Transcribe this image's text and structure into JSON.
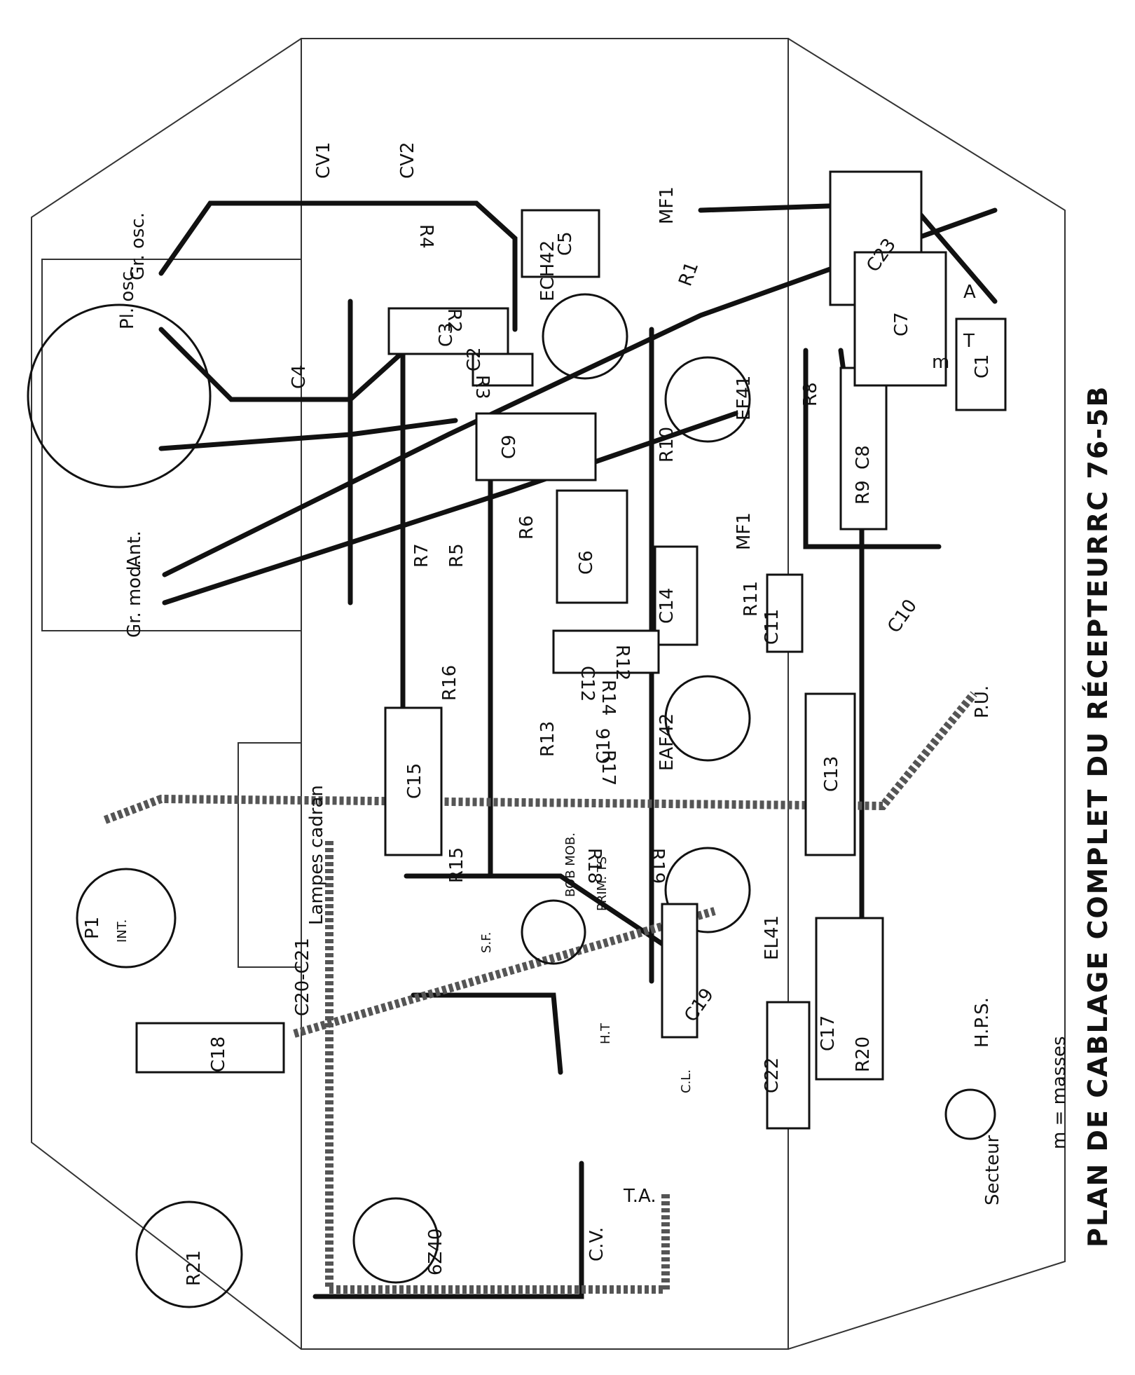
{
  "title": "PLAN DE CABLAGE COMPLET DU RÉCEPTEUR",
  "model": "RC 76-5B",
  "legend": "m = masses",
  "tubes": [
    "ECH42",
    "EF41",
    "EAF42",
    "EL41",
    "6Z40"
  ],
  "transformers": [
    "MF1",
    "MF1",
    "T.A."
  ],
  "capacitors": [
    "C1",
    "C2",
    "C3",
    "C4",
    "C5",
    "C6",
    "C7",
    "C8",
    "C9",
    "C10",
    "C11",
    "C12",
    "C13",
    "C14",
    "C15",
    "C16",
    "C17",
    "C18",
    "C19",
    "C20",
    "C21",
    "C22",
    "C23"
  ],
  "resistors": [
    "R1",
    "R2",
    "R3",
    "R4",
    "R5",
    "R6",
    "R7",
    "R8",
    "R9",
    "R10",
    "R11",
    "R12",
    "R13",
    "R14",
    "R15",
    "R16",
    "R17",
    "R18",
    "R19",
    "R20",
    "R21"
  ],
  "variable_caps": [
    "CV1",
    "CV2"
  ],
  "labels": {
    "pl_osc": "Pl. osc.",
    "gr_osc": "Gr. osc.",
    "ant": "Ant.",
    "gr_mod": "Gr. mod.",
    "lampes_cadran": "Lampes cadran",
    "p1": "P1",
    "int": "INT.",
    "c20_c21": "C20-C21",
    "bob_mob": "BOB MOB.",
    "prim_ts": "PRIM. TS",
    "sf": "S.F.",
    "ht": "H.T",
    "cl": "C.L.",
    "cv": "C.V.",
    "pu": "P.U.",
    "hps": "H.P.S.",
    "secteur": "Secteur",
    "t": "T",
    "a": "A",
    "m": "m"
  }
}
